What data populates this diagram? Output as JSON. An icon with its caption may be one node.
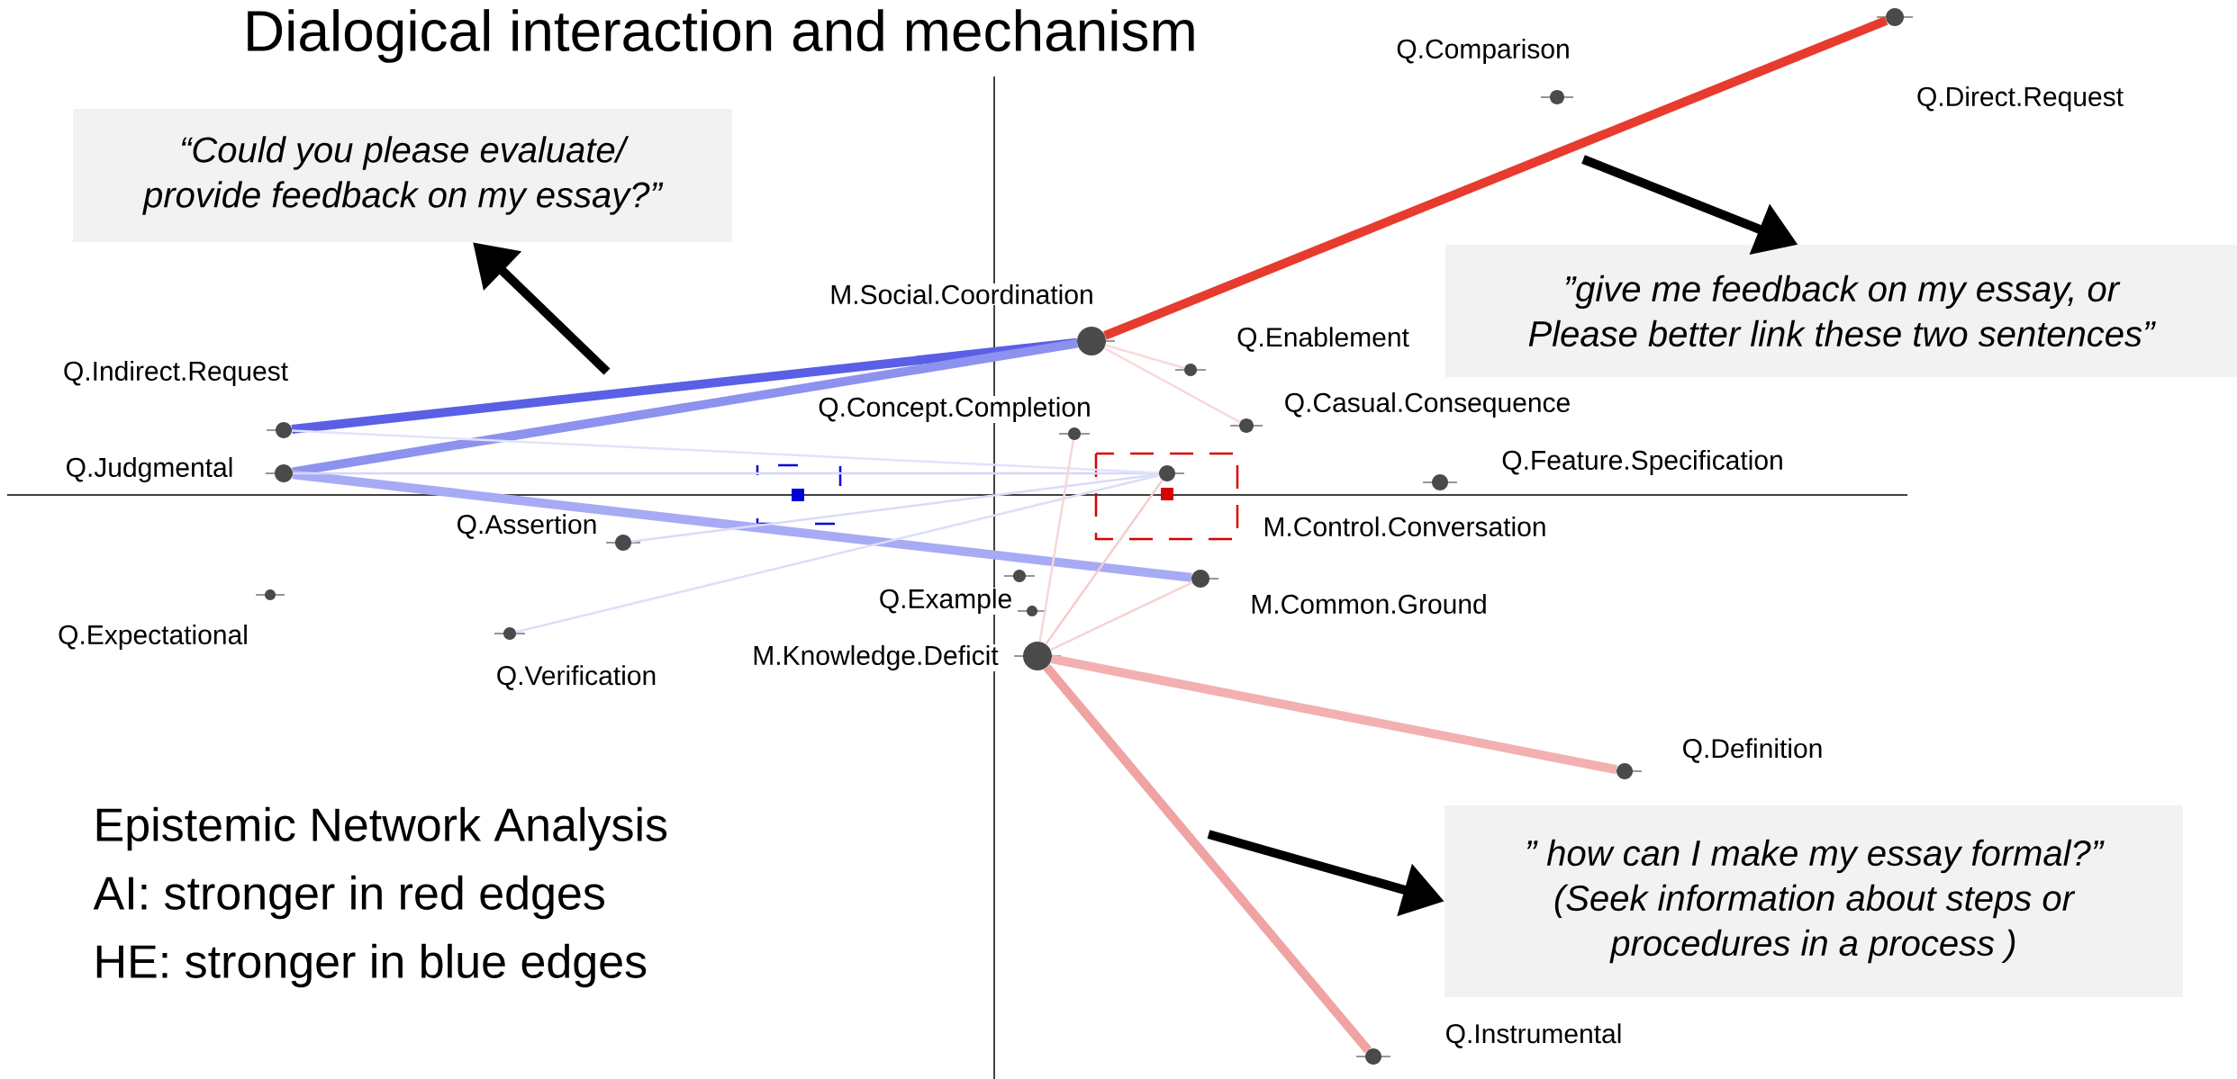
{
  "diagram": {
    "title": "Dialogical interaction and mechanism",
    "nodes": [
      {
        "text": [
          "Q.Comparison"
        ]
      },
      {
        "text": [
          "Q.Direct.Request"
        ]
      },
      {
        "text": [
          "“Could you please evaluate/ provide feedback on my essay?”"
        ]
      },
      {
        "text": [
          "”give me feedback on my essay, or Please better link these two sentences”"
        ]
      },
      {
        "text": [
          "M.Social.Coordination"
        ]
      },
      {
        "text": [
          "Q.Enablement"
        ]
      },
      {
        "text": [
          "Q.Indirect.Request"
        ]
      },
      {
        "text": [
          "Q.Concept.Completion"
        ]
      },
      {
        "text": [
          "Q.Casual.Consequence"
        ]
      },
      {
        "text": [
          "Q.Judgmental"
        ]
      },
      {
        "text": [
          "Q.Feature.Specification"
        ]
      },
      {
        "text": [
          "M.Control.Conversation"
        ]
      },
      {
        "text": [
          "Q.Assertion"
        ]
      },
      {
        "text": [
          "Q.Example"
        ]
      },
      {
        "text": [
          "M.Common.Ground"
        ]
      },
      {
        "text": [
          "Q.Expectational"
        ]
      },
      {
        "text": [],
        "shape": "circle"
      },
      {
        "text": [
          "Q.Verification"
        ]
      },
      {
        "text": [
          "M.Knowledge.Deficit"
        ]
      },
      {
        "text": [
          "Q.Definition"
        ]
      },
      {
        "text": [
          "” how can I make my essay formal?”",
          "(Seek information about steps or procedures in a process )"
        ]
      },
      {
        "text": [
          "Q.Instrumental"
        ]
      }
    ],
    "edges": [
      {
        "from": 6,
        "to": 4,
        "arrow": "none",
        "style": "thick",
        "color": "#5a5fe6"
      },
      {
        "from": 9,
        "to": 4,
        "arrow": "none",
        "style": "thick",
        "color": "#8d92ef"
      },
      {
        "from": 9,
        "to": 14,
        "arrow": "none",
        "style": "thick",
        "color": "#a7abf4"
      },
      {
        "from": 4,
        "to": 1,
        "arrow": "none",
        "style": "thick",
        "color": "#e63b2e"
      },
      {
        "from": 18,
        "to": 19,
        "arrow": "none",
        "style": "thick",
        "color": "#f3b0b0"
      },
      {
        "from": 18,
        "to": 21,
        "arrow": "none",
        "style": "thick",
        "color": "#f0a3a3"
      },
      {
        "from": 9,
        "to": 11,
        "arrow": "none",
        "color": "#d6d8fa"
      },
      {
        "from": 6,
        "to": 11,
        "arrow": "none",
        "color": "#e1e2fb"
      },
      {
        "from": 12,
        "to": 11,
        "arrow": "none",
        "color": "#d9dbfa"
      },
      {
        "from": 17,
        "to": 11,
        "arrow": "none",
        "color": "#dcdefa"
      },
      {
        "from": 18,
        "to": 11,
        "arrow": "none",
        "color": "#f7cccc"
      },
      {
        "from": 18,
        "to": 14,
        "arrow": "none",
        "color": "#f8d3d3"
      },
      {
        "from": 18,
        "to": 7,
        "arrow": "none",
        "color": "#f9d6d6"
      },
      {
        "from": 4,
        "to": 5,
        "arrow": "none",
        "color": "#f9d9d9"
      },
      {
        "from": 4,
        "to": 8,
        "arrow": "none",
        "color": "#f9d9d9"
      },
      {
        "from": null,
        "to": 2,
        "arrow": "to",
        "style": "thick"
      },
      {
        "from": null,
        "to": 3,
        "arrow": "to",
        "style": "thick"
      },
      {
        "from": null,
        "to": 20,
        "arrow": "to",
        "style": "thick"
      }
    ],
    "labels": [
      "Epistemic Network Analysis",
      "AI: stronger in red edges",
      "HE: stronger in blue edges"
    ]
  }
}
